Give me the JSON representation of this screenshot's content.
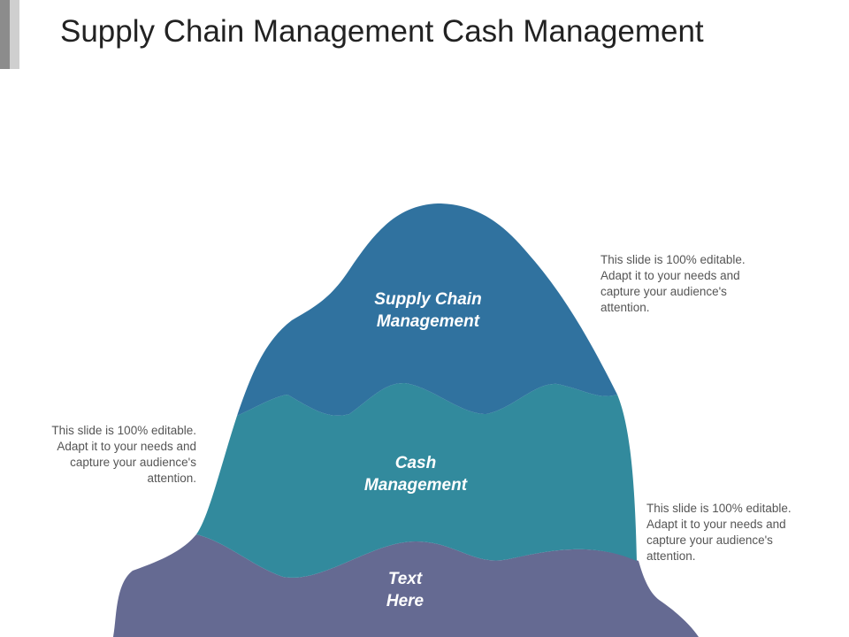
{
  "slide": {
    "title": "Supply Chain Management Cash Management"
  },
  "diagram": {
    "layers": [
      {
        "id": "top",
        "label": "Supply Chain\nManagement",
        "color": "#30729f"
      },
      {
        "id": "middle",
        "label": "Cash\nManagement",
        "color": "#328a9d"
      },
      {
        "id": "bottom",
        "label": "Text\nHere",
        "color": "#656a92"
      }
    ]
  },
  "notes": [
    {
      "id": "top-right",
      "text": "This slide is 100% editable.\nAdapt it to your needs and\ncapture your audience's\nattention."
    },
    {
      "id": "middle-left",
      "text": "This slide is 100% editable.\nAdapt it to your needs and\ncapture your audience's\nattention."
    },
    {
      "id": "bottom-right",
      "text": "This slide is 100% editable.\nAdapt it to your needs and\ncapture your audience's\nattention."
    }
  ]
}
